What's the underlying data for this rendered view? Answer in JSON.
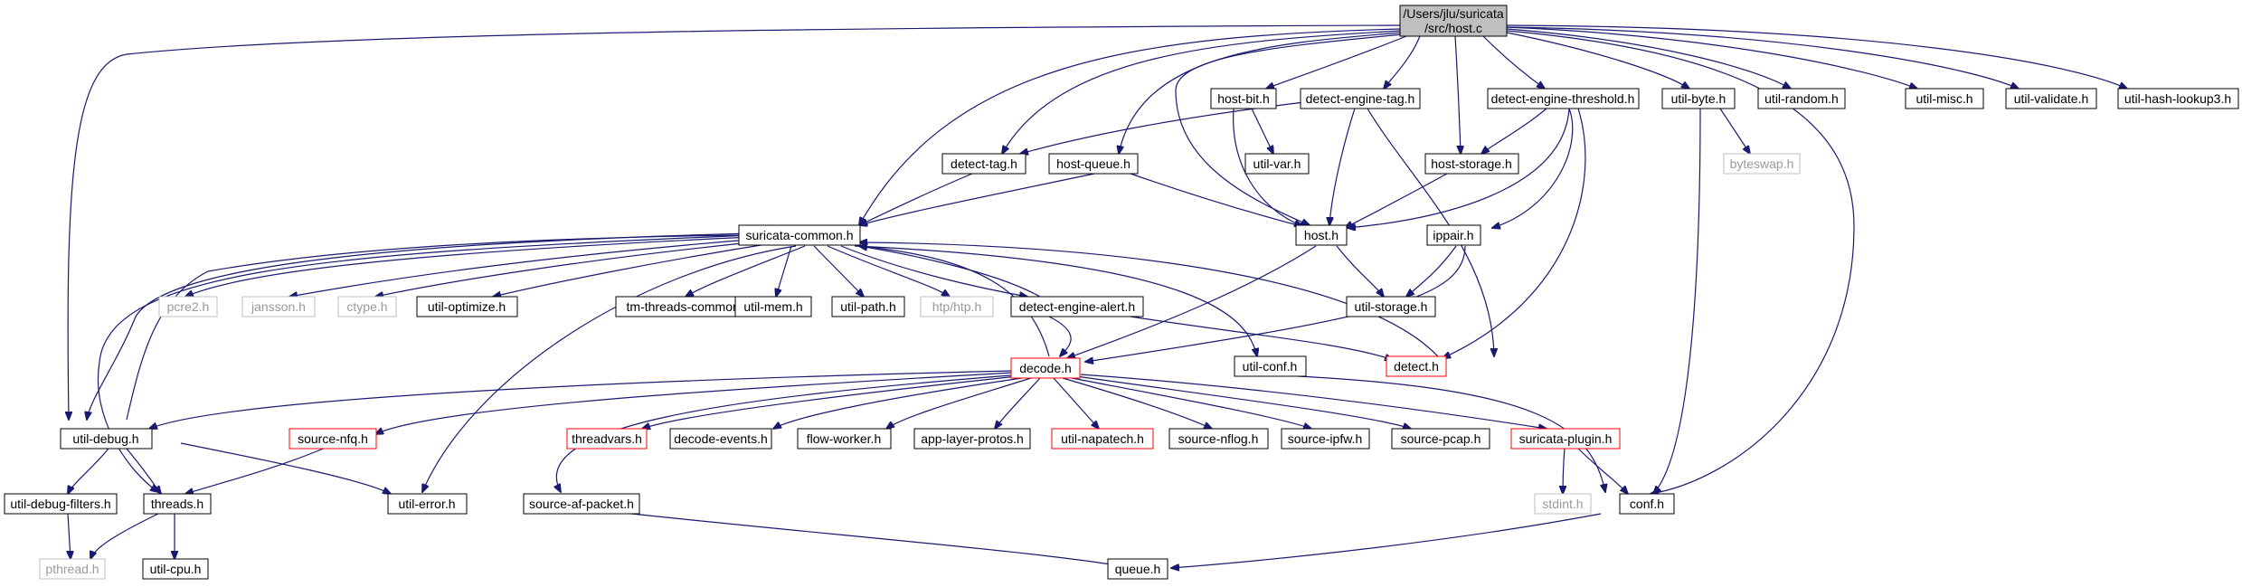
{
  "colors": {
    "edge": "#191970",
    "node_border": "#000000",
    "node_border_missing": "#bfbfbf",
    "node_border_truncated": "#ff0000",
    "root_fill": "#bfbfbf",
    "node_fill": "#ffffff",
    "text": "#000000",
    "text_missing": "#9a9a9a"
  },
  "nodes": {
    "root": {
      "label_line1": "/Users/jlu/suricata",
      "label_line2": "/src/host.c"
    },
    "suricata_common": {
      "label": "suricata-common.h"
    },
    "util_debug": {
      "label": "util-debug.h"
    },
    "detect_tag": {
      "label": "detect-tag.h"
    },
    "host_queue": {
      "label": "host-queue.h"
    },
    "host_bit": {
      "label": "host-bit.h"
    },
    "detect_engine_tag": {
      "label": "detect-engine-tag.h"
    },
    "host_storage": {
      "label": "host-storage.h"
    },
    "detect_engine_threshold": {
      "label": "detect-engine-threshold.h"
    },
    "util_byte": {
      "label": "util-byte.h"
    },
    "util_random": {
      "label": "util-random.h"
    },
    "util_misc": {
      "label": "util-misc.h"
    },
    "util_validate": {
      "label": "util-validate.h"
    },
    "util_hash_lookup3": {
      "label": "util-hash-lookup3.h"
    },
    "util_var": {
      "label": "util-var.h"
    },
    "byteswap": {
      "label": "byteswap.h"
    },
    "host": {
      "label": "host.h"
    },
    "ippair": {
      "label": "ippair.h"
    },
    "pcre2": {
      "label": "pcre2.h"
    },
    "jansson": {
      "label": "jansson.h"
    },
    "ctype": {
      "label": "ctype.h"
    },
    "util_optimize": {
      "label": "util-optimize.h"
    },
    "tm_threads_common": {
      "label": "tm-threads-common.h"
    },
    "util_mem": {
      "label": "util-mem.h"
    },
    "util_path": {
      "label": "util-path.h"
    },
    "htp": {
      "label": "htp/htp.h"
    },
    "detect_engine_alert": {
      "label": "detect-engine-alert.h"
    },
    "util_storage": {
      "label": "util-storage.h"
    },
    "decode": {
      "label": "decode.h"
    },
    "util_conf": {
      "label": "util-conf.h"
    },
    "detect": {
      "label": "detect.h"
    },
    "source_nfq": {
      "label": "source-nfq.h"
    },
    "threadvars": {
      "label": "threadvars.h"
    },
    "decode_events": {
      "label": "decode-events.h"
    },
    "flow_worker": {
      "label": "flow-worker.h"
    },
    "app_layer_protos": {
      "label": "app-layer-protos.h"
    },
    "util_napatech": {
      "label": "util-napatech.h"
    },
    "source_nflog": {
      "label": "source-nflog.h"
    },
    "source_ipfw": {
      "label": "source-ipfw.h"
    },
    "source_pcap": {
      "label": "source-pcap.h"
    },
    "suricata_plugin": {
      "label": "suricata-plugin.h"
    },
    "util_debug_filters": {
      "label": "util-debug-filters.h"
    },
    "threads": {
      "label": "threads.h"
    },
    "util_error": {
      "label": "util-error.h"
    },
    "source_af_packet": {
      "label": "source-af-packet.h"
    },
    "stdint": {
      "label": "stdint.h"
    },
    "conf": {
      "label": "conf.h"
    },
    "pthread": {
      "label": "pthread.h"
    },
    "util_cpu": {
      "label": "util-cpu.h"
    },
    "queue": {
      "label": "queue.h"
    }
  }
}
